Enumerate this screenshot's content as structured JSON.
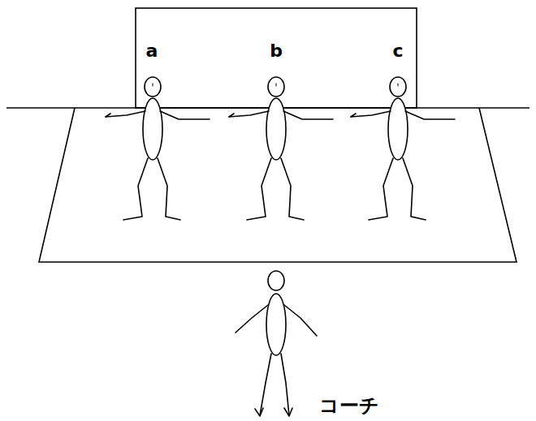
{
  "diagram": {
    "labels": [
      "a",
      "b",
      "c",
      "コーチ"
    ]
  }
}
